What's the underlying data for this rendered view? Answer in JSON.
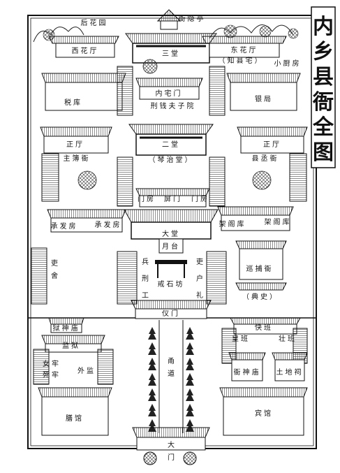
{
  "title": "内乡县衙全图",
  "labels": {
    "hou_hua_yuan": "后花园",
    "xie_xiao_ting": "衙隐亭",
    "xi_hua_ting": "西花厅",
    "san_tang": "三堂",
    "dong_hua_ting": "东花厅",
    "zhi_xian_zhai": "（知县宅）",
    "xiao_chu_fang": "小厨房",
    "shui_ku": "税库",
    "nei_zhai_men": "内宅门",
    "xing_qian_fuzi_yuan": "刑钱夫子院",
    "yin_ju": "银局",
    "zheng_ting_left": "正厅",
    "zheng_ting_right": "正厅",
    "zhu_bu_ya": "主簿衙",
    "er_tang": "二堂",
    "qin_zhi_tang": "（琴治堂）",
    "xian_cheng_ya": "县丞衙",
    "men_fang_left": "门房",
    "ping_men": "屏门",
    "men_fang_right": "门房",
    "cheng_fa_fang_1": "承发房",
    "cheng_fa_fang_2": "承发房",
    "jia_ge_ku_1": "架阁库",
    "jia_ge_ku_2": "架阁库",
    "da_tang": "大堂",
    "yue_tai": "月台",
    "li_she": "吏舍",
    "bing": "兵",
    "xing": "刑",
    "gong": "工",
    "li": "吏",
    "hu": "户",
    "li2": "礼",
    "jie_shi_fang": "戒石坊",
    "xun_bu_ya": "巡捕衙",
    "dian_shi": "（典史）",
    "yi_men": "仪门",
    "yu_shen_miao": "狱神庙",
    "jian_yu": "监狱",
    "nv_lao": "女牢",
    "si_lao": "死牢",
    "wai_jian": "外监",
    "kuai_ban": "快班",
    "huang_ban": "皇班",
    "zhuang_ban": "壮班",
    "ya_shen_miao": "衙神庙",
    "tu_di_ci": "土地祠",
    "yong_dao": "甬道",
    "shan_guan": "膳馆",
    "bin_guan": "宾馆",
    "da_men": "大门"
  }
}
